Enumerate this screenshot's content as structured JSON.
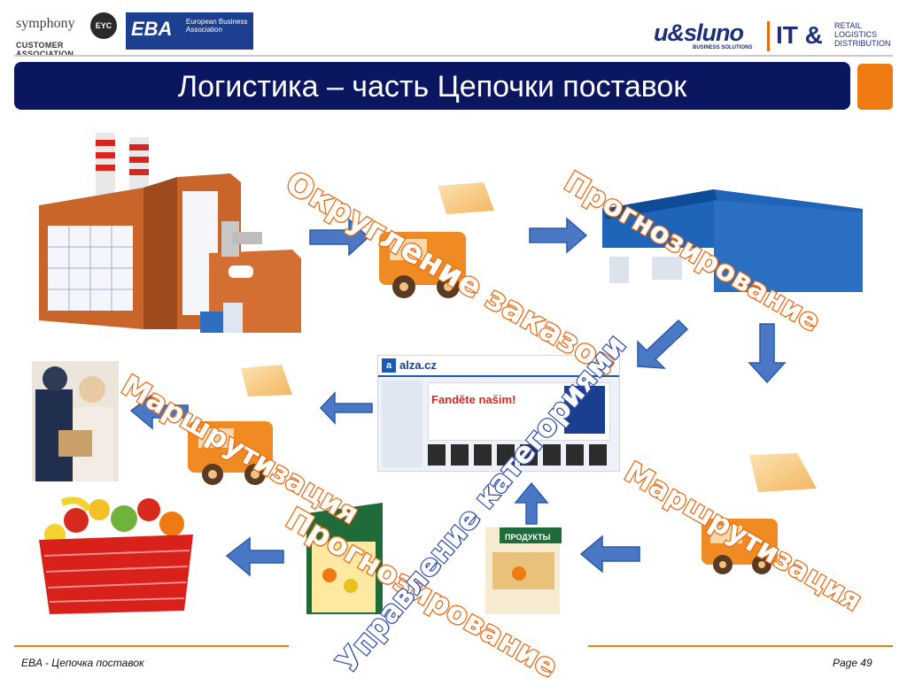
{
  "header": {
    "symphony_logo": {
      "name": "symphony",
      "mark": "EYC",
      "subtitle": "CUSTOMER ASSOCIATION"
    },
    "eba_logo": {
      "mark": "EBA",
      "text": "European Business Association"
    },
    "usluno_logo": {
      "brand": "u&sluno",
      "tagline": "BUSINESS SOLUTIONS",
      "it": "IT &",
      "divisions": "RETAIL LOGISTICS DISTRIBUTION"
    }
  },
  "title": "Логистика – часть Цепочки поставок",
  "labels": {
    "order_rounding": "Округление заказов",
    "forecasting_top": "Прогнозирование",
    "routing_left": "Маршрутизация",
    "routing_right": "Маршрутизация",
    "forecasting_bottom": "Прогнозирование",
    "category_management": "Управление категориями"
  },
  "store": {
    "site": "alza.cz",
    "headline": "Fandĕte našim!"
  },
  "shop_sign": "ПРОДУКТЫ",
  "footer": {
    "left": "EBA - Цепочка поставок",
    "page_label": "Page",
    "page_number": "49"
  },
  "colors": {
    "title_bar": "#0b1660",
    "accent": "#f07a12",
    "arrow": "#4a78c4",
    "label_outline": "#e86a12"
  },
  "icons": [
    "factory-icon",
    "delivery-truck-icon",
    "warehouse-icon",
    "online-store",
    "grocery-store-icon",
    "shopping-basket-icon",
    "customers-photo"
  ]
}
